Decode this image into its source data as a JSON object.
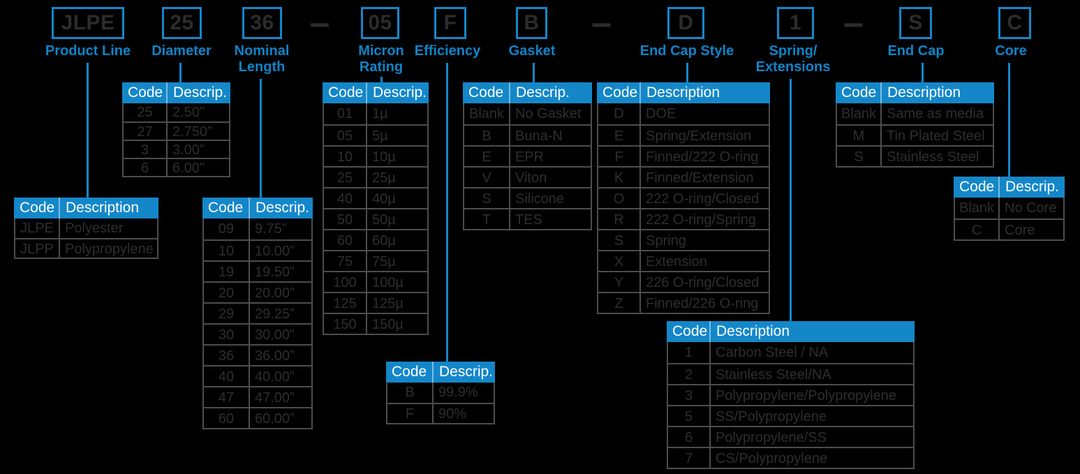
{
  "colors": {
    "background": "#000000",
    "accent_blue": "#1487c9",
    "header_text": "#ffffff",
    "code_ink": "#2c2c2c",
    "grid_gray": "#4d4d4d"
  },
  "part_number": {
    "dash": "–",
    "boxes": [
      {
        "code": "JLPE",
        "label_line1": "Product Line"
      },
      {
        "code": "25",
        "label_line1": "Diameter"
      },
      {
        "code": "36",
        "label_line1": "Nominal",
        "label_line2": "Length"
      },
      {
        "code": "05",
        "label_line1": "Micron",
        "label_line2": "Rating"
      },
      {
        "code": "F",
        "label_line1": "Efficiency"
      },
      {
        "code": "B",
        "label_line1": "Gasket"
      },
      {
        "code": "D",
        "label_line1": "End Cap Style"
      },
      {
        "code": "1",
        "label_line1": "Spring/",
        "label_line2": "Extensions"
      },
      {
        "code": "S",
        "label_line1": "End Cap"
      },
      {
        "code": "C",
        "label_line1": "Core"
      }
    ]
  },
  "tables": {
    "diameter": {
      "headers": [
        "Code",
        "Descrip."
      ],
      "rows": [
        [
          "25",
          "2.50”"
        ],
        [
          "27",
          "2.750”"
        ],
        [
          "3",
          "3.00”"
        ],
        [
          "6",
          "6.00”"
        ]
      ]
    },
    "product_line": {
      "headers": [
        "Code",
        "Description"
      ],
      "rows": [
        [
          "JLPE",
          "Polyester"
        ],
        [
          "JLPP",
          "Polypropylene"
        ]
      ]
    },
    "nominal_length": {
      "headers": [
        "Code",
        "Descrip."
      ],
      "rows": [
        [
          "09",
          "9.75”"
        ],
        [
          "10",
          "10.00”"
        ],
        [
          "19",
          "19.50”"
        ],
        [
          "20",
          "20.00”"
        ],
        [
          "29",
          "29.25”"
        ],
        [
          "30",
          "30.00”"
        ],
        [
          "36",
          "36.00”"
        ],
        [
          "40",
          "40.00”"
        ],
        [
          "47",
          "47.00”"
        ],
        [
          "60",
          "60.00”"
        ]
      ]
    },
    "micron_rating": {
      "headers": [
        "Code",
        "Descrip."
      ],
      "rows": [
        [
          "01",
          "1µ"
        ],
        [
          "05",
          "5µ"
        ],
        [
          "10",
          "10µ"
        ],
        [
          "25",
          "25µ"
        ],
        [
          "40",
          "40µ"
        ],
        [
          "50",
          "50µ"
        ],
        [
          "60",
          "60µ"
        ],
        [
          "75",
          "75µ"
        ],
        [
          "100",
          "100µ"
        ],
        [
          "125",
          "125µ"
        ],
        [
          "150",
          "150µ"
        ]
      ]
    },
    "efficiency": {
      "headers": [
        "Code",
        "Descrip."
      ],
      "rows": [
        [
          "B",
          "99.9%"
        ],
        [
          "F",
          "90%"
        ]
      ]
    },
    "gasket": {
      "headers": [
        "Code",
        "Descrip."
      ],
      "rows": [
        [
          "Blank",
          "No Gasket"
        ],
        [
          "B",
          "Buna-N"
        ],
        [
          "E",
          "EPR"
        ],
        [
          "V",
          "Viton"
        ],
        [
          "S",
          "Silicone"
        ],
        [
          "T",
          "TES"
        ]
      ]
    },
    "end_cap_style": {
      "headers": [
        "Code",
        "Description"
      ],
      "rows": [
        [
          "D",
          "DOE"
        ],
        [
          "E",
          "Spring/Extension"
        ],
        [
          "F",
          "Finned/222 O-ring"
        ],
        [
          "K",
          "Finned/Extension"
        ],
        [
          "O",
          "222 O-ring/Closed"
        ],
        [
          "R",
          "222 O-ring/Spring"
        ],
        [
          "S",
          "Spring"
        ],
        [
          "X",
          "Extension"
        ],
        [
          "Y",
          "226 O-ring/Closed"
        ],
        [
          "Z",
          "Finned/226 O-ring"
        ]
      ]
    },
    "spring_extensions": {
      "headers": [
        "Code",
        "Description"
      ],
      "rows": [
        [
          "1",
          "Carbon Steel / NA"
        ],
        [
          "2",
          "Stainless Steel/NA"
        ],
        [
          "3",
          "Polypropylene/Polypropylene"
        ],
        [
          "5",
          "SS/Polypropylene"
        ],
        [
          "6",
          "Polypropylene/SS"
        ],
        [
          "7",
          "CS/Polypropylene"
        ]
      ]
    },
    "end_cap": {
      "headers": [
        "Code",
        "Description"
      ],
      "rows": [
        [
          "Blank",
          "Same as media"
        ],
        [
          "M",
          "Tin Plated Steel"
        ],
        [
          "S",
          "Stainless Steel"
        ]
      ]
    },
    "core": {
      "headers": [
        "Code",
        "Descrip."
      ],
      "rows": [
        [
          "Blank",
          "No Core"
        ],
        [
          "C",
          "Core"
        ]
      ]
    }
  }
}
